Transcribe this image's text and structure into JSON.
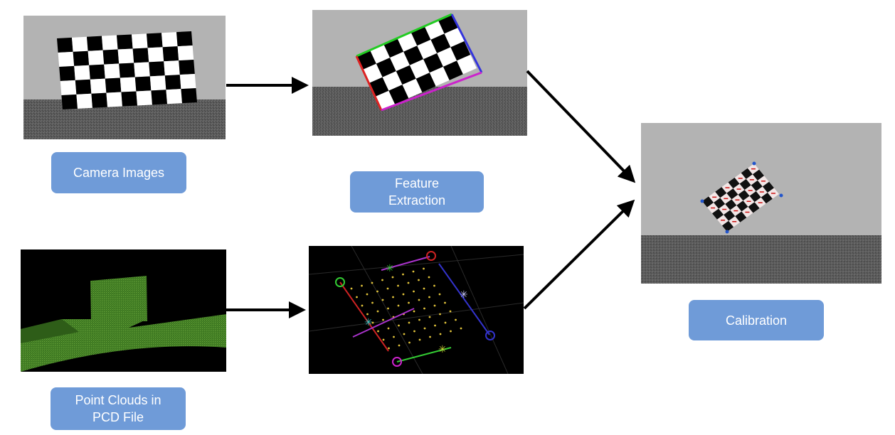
{
  "labels": {
    "camera_images": "Camera Images",
    "feature_extraction_line1": "Feature",
    "feature_extraction_line2": "Extraction",
    "point_clouds_line1": "Point Clouds in",
    "point_clouds_line2": "PCD File",
    "calibration": "Calibration"
  },
  "colors": {
    "label_box": "#6f9bd8",
    "sky": "#b3b3b3",
    "ground": "#5a5a5a",
    "pointcloud_green": "#4f8a2a",
    "arrow": "#000000"
  }
}
